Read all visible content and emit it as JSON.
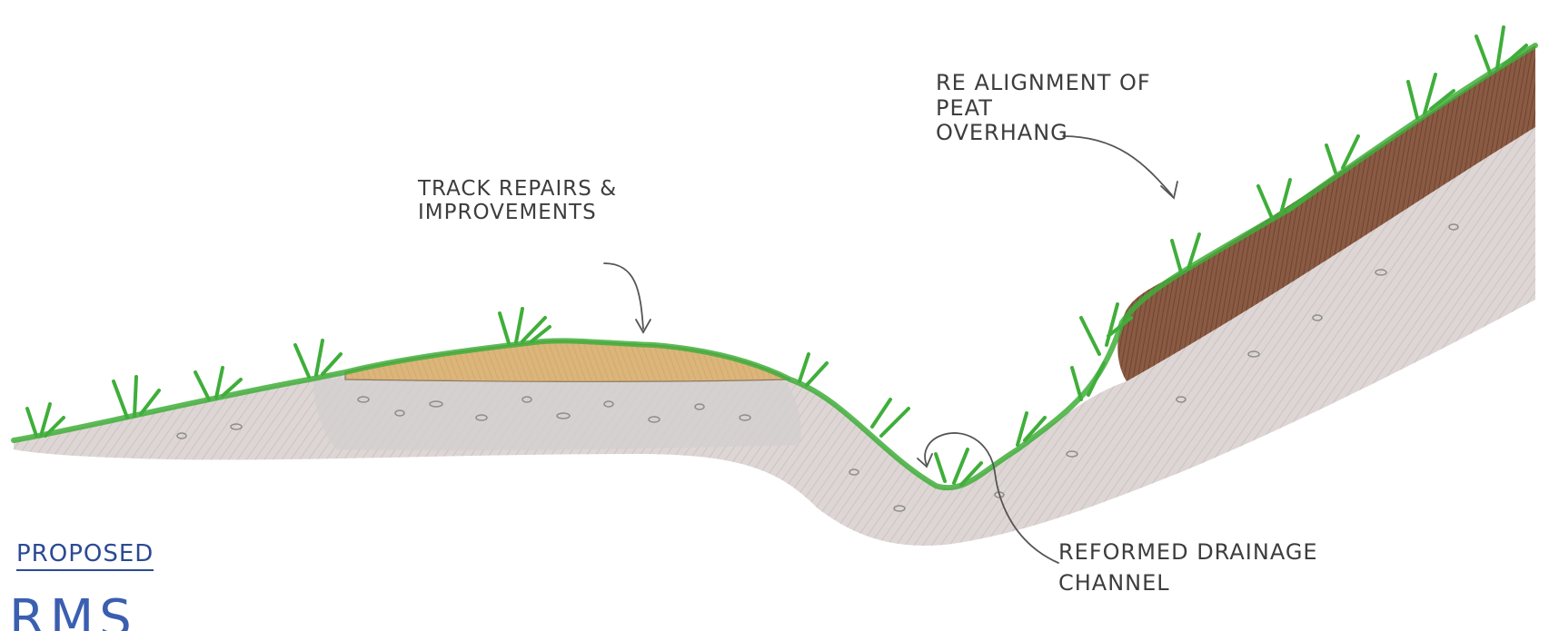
{
  "labels": {
    "peat_overhang": [
      "RE ALIGNMENT OF",
      "PEAT",
      "OVERHANG"
    ],
    "track_repairs": [
      "TRACK REPAIRS &",
      "IMPROVEMENTS"
    ],
    "drainage": [
      "REFORMED DRAINAGE",
      "CHANNEL"
    ],
    "proposed": "PROPOSED",
    "logo": "RMS"
  },
  "colors": {
    "grass": "#3fae3a",
    "peat": "#7a4e38",
    "track_surface": "#d8b27a",
    "subsoil": "#c9bfbe",
    "stones": "#8d8d8d",
    "annotation_ink": "#3d3d3d",
    "proposed_ink": "#2b4a94",
    "logo_ink": "#3b5fb0"
  }
}
